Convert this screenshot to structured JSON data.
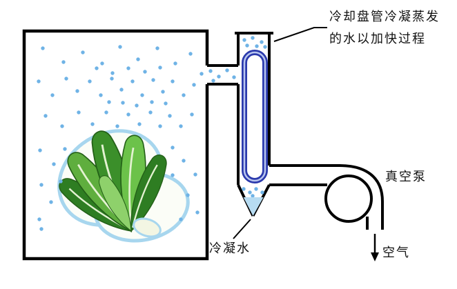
{
  "annotations": {
    "coil_note": {
      "line1": "冷却盘管冷凝蒸发",
      "line2": "的水以加快过程"
    },
    "vacuum_pump_label": "真空泵",
    "condensate_label": "冷凝水",
    "air_label": "空气"
  },
  "colors": {
    "vapor_dot": "#6fb3e6",
    "coil_stroke": "#2b3aad",
    "coil_highlight": "#b9c6ef",
    "condensate_fill": "#b7dcf2",
    "lettuce_outline": "#a7d6ee",
    "line": "#000000"
  }
}
